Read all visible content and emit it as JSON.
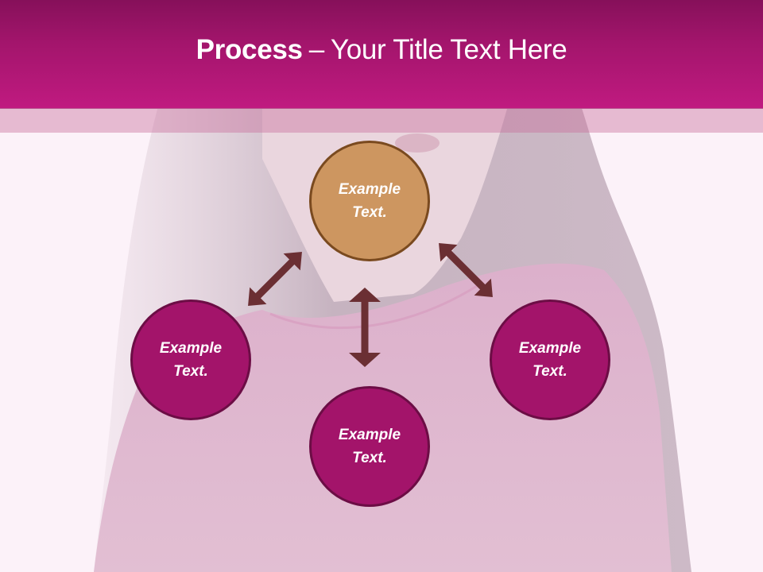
{
  "slide": {
    "title_bold": "Process",
    "title_separator": "–",
    "title_rest": "Your Title Text Here"
  },
  "colors": {
    "header_top": "#86105a",
    "header_bottom": "#c01a80",
    "background": "#fcf2f9",
    "center_node_fill": "#cd9660",
    "center_node_border": "#7a4a1f",
    "satellite_node_fill": "#a3146a",
    "satellite_node_border": "#6c0d45",
    "arrow": "#6b2f33"
  },
  "diagram": {
    "center": {
      "line1": "Example",
      "line2": "Text."
    },
    "left": {
      "line1": "Example",
      "line2": "Text."
    },
    "bottom": {
      "line1": "Example",
      "line2": "Text."
    },
    "right": {
      "line1": "Example",
      "line2": "Text."
    },
    "arrows": [
      {
        "from": "center",
        "to": "left",
        "type": "double-headed"
      },
      {
        "from": "center",
        "to": "bottom",
        "type": "double-headed"
      },
      {
        "from": "center",
        "to": "right",
        "type": "double-headed"
      }
    ]
  }
}
